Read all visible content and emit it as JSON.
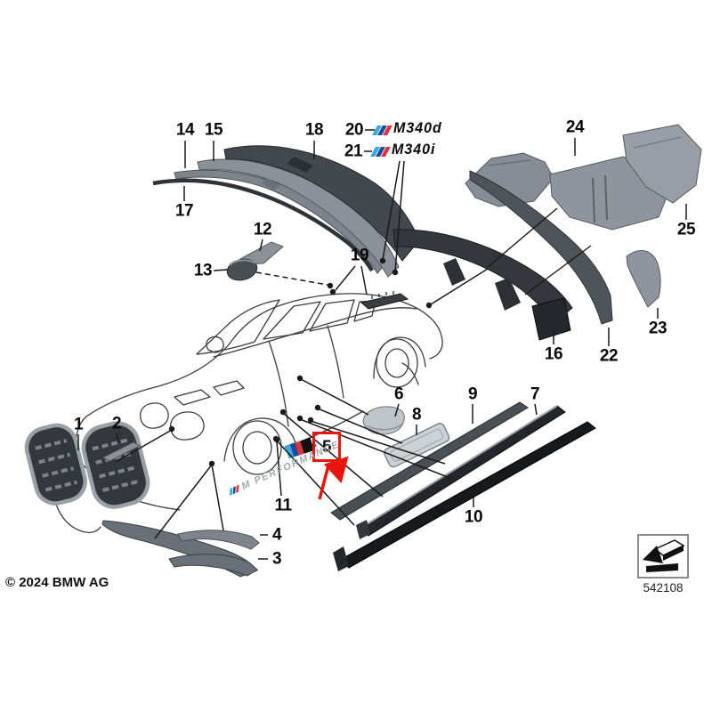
{
  "diagram": {
    "copyright": "© 2024 BMW AG",
    "code": "542108",
    "highlighted_label": "5"
  },
  "badges": {
    "m340d": "M340d",
    "m340i": "M340i"
  },
  "decal_text": "M PERFORMANCE",
  "part_labels": [
    "1",
    "2",
    "3",
    "4",
    "5",
    "6",
    "7",
    "8",
    "9",
    "10",
    "11",
    "12",
    "13",
    "14",
    "15",
    "16",
    "17",
    "18",
    "19",
    "20",
    "21",
    "22",
    "23",
    "24",
    "25"
  ],
  "colors": {
    "highlight_red": "#e8150d",
    "m_light_blue": "#36a9e1",
    "m_dark_blue": "#1d4a9e",
    "m_red": "#e43138",
    "callout_line": "#1a1a1a",
    "part_dark": "#34383d",
    "part_mid_gray": "#8b9198",
    "part_light_gray": "#cdd2d6"
  },
  "thumbnail": {
    "icon": "folded-arrow"
  }
}
